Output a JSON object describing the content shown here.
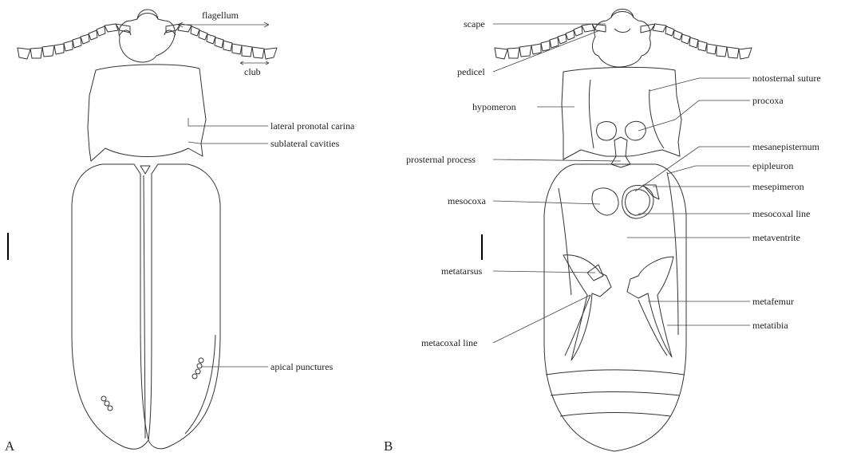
{
  "panels": {
    "a": {
      "letter": "A",
      "labels": {
        "flagellum": "flagellum",
        "club": "club",
        "lateral_pronotal_carina": "lateral pronotal carina",
        "sublateral_cavities": "sublateral cavities",
        "apical_punctures": "apical punctures"
      }
    },
    "b": {
      "letter": "B",
      "labels": {
        "scape": "scape",
        "pedicel": "pedicel",
        "hypomeron": "hypomeron",
        "prosternal_process": "prosternal process",
        "mesocoxa": "mesocoxa",
        "metatarsus": "metatarsus",
        "metacoxal_line": "metacoxal line",
        "notosternal_suture": "notosternal suture",
        "procoxa": "procoxa",
        "mesanepisternum": "mesanepisternum",
        "epipleuron": "epipleuron",
        "mesepimeron": "mesepimeron",
        "mesocoxal_line": "mesocoxal line",
        "metaventrite": "metaventrite",
        "metafemur": "metafemur",
        "metatibia": "metatibia"
      }
    }
  }
}
